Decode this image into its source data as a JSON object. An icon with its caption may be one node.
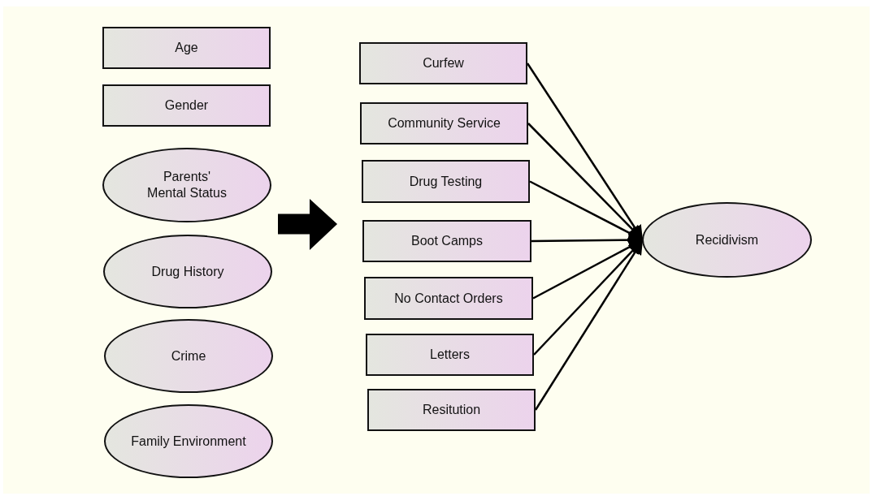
{
  "diagram": {
    "nodes": [
      {
        "text": [
          "Age"
        ]
      },
      {
        "text": [
          "Gender"
        ]
      },
      {
        "text": [
          "Parents' Mental Status"
        ]
      },
      {
        "text": [
          "Drug History"
        ]
      },
      {
        "text": [
          "Crime"
        ]
      },
      {
        "text": [
          "Family Environment"
        ]
      },
      {
        "text": [
          "Curfew"
        ]
      },
      {
        "text": [
          "Community Service"
        ]
      },
      {
        "text": [
          "Drug Testing"
        ]
      },
      {
        "text": [
          "Boot Camps"
        ]
      },
      {
        "text": [
          "No Contact Orders"
        ]
      },
      {
        "text": [
          "Letters"
        ]
      },
      {
        "text": [
          "Resitution"
        ]
      },
      {
        "text": [
          "Recidivism"
        ]
      }
    ],
    "edges": [
      {
        "from": 6,
        "to": 13,
        "arrow": "to"
      },
      {
        "from": 7,
        "to": 13,
        "arrow": "to"
      },
      {
        "from": 8,
        "to": 13,
        "arrow": "to"
      },
      {
        "from": 9,
        "to": 13,
        "arrow": "to"
      },
      {
        "from": 10,
        "to": 13,
        "arrow": "to"
      },
      {
        "from": 11,
        "to": 13,
        "arrow": "to"
      },
      {
        "from": 12,
        "to": 13,
        "arrow": "to"
      },
      {
        "from": 2,
        "to": 9,
        "arrow": "to",
        "style": "thick"
      }
    ]
  }
}
